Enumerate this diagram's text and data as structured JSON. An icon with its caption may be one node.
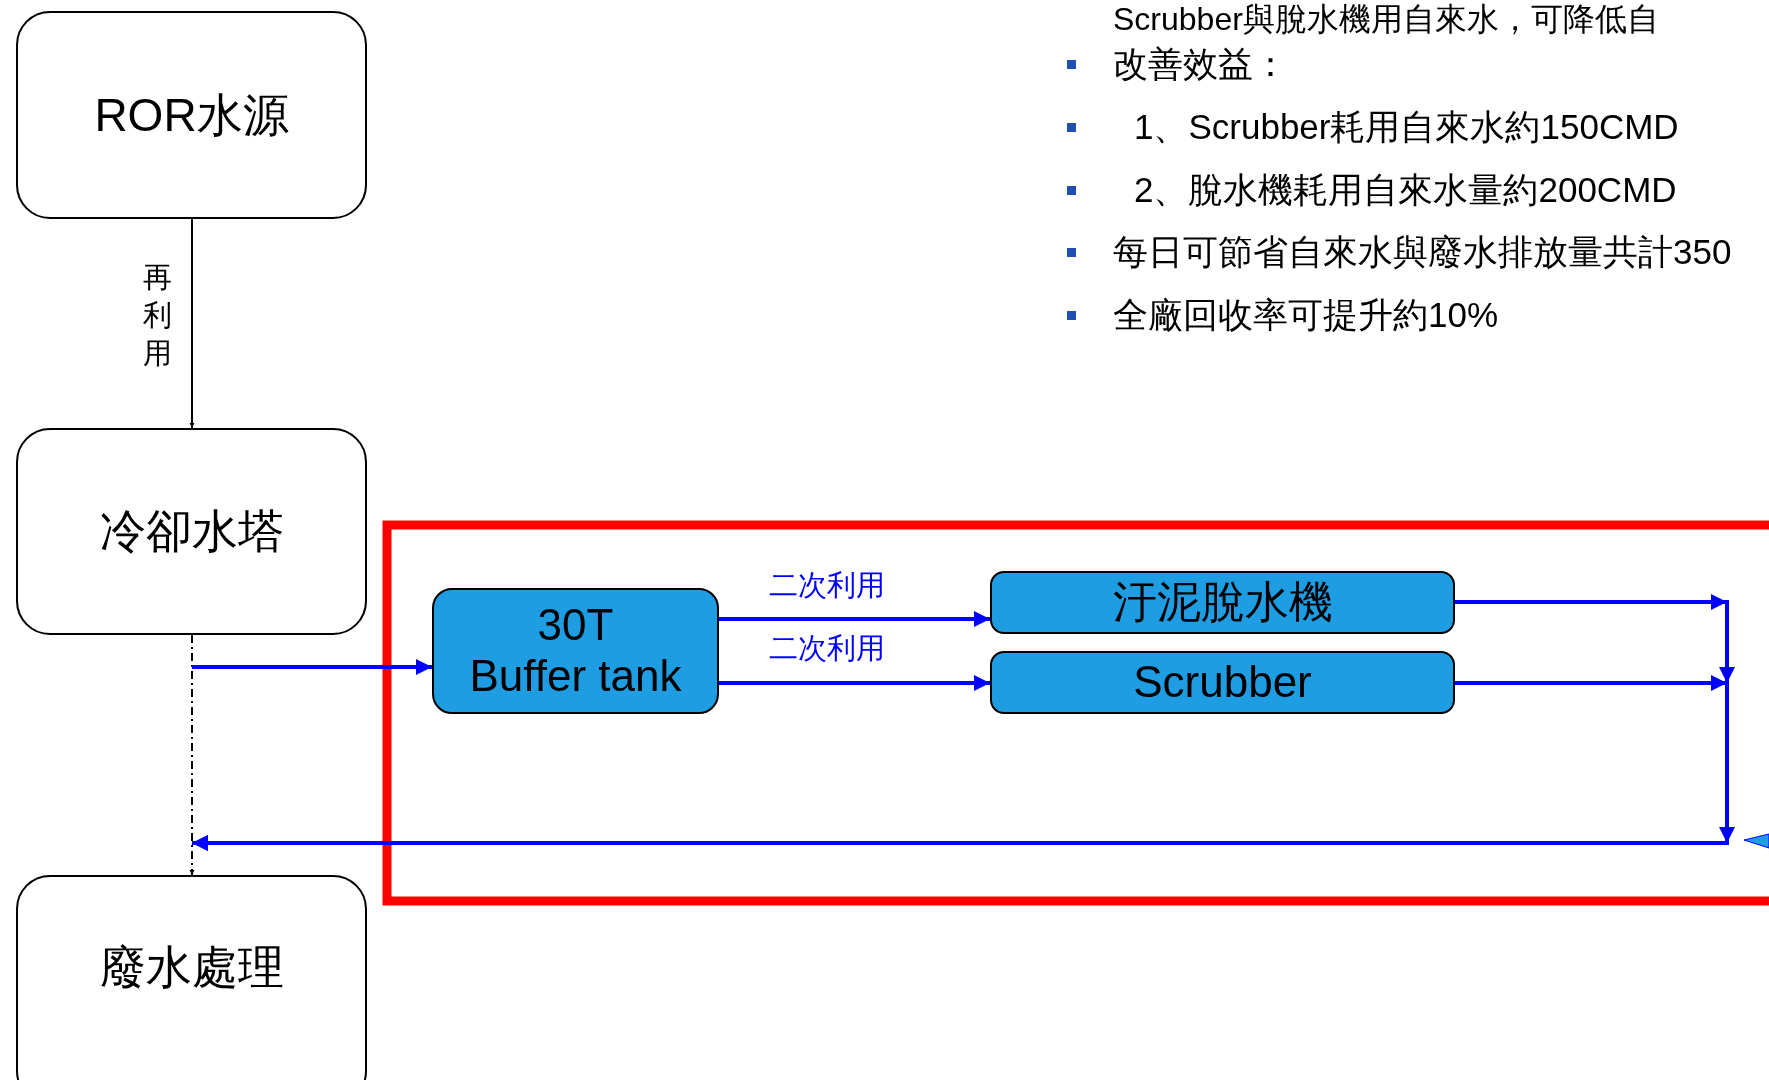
{
  "diagram": {
    "nodes": [
      {
        "text": [
          "ROR水源"
        ]
      },
      {
        "text": [
          "冷卻水塔"
        ]
      },
      {
        "text": [
          "廢水處理"
        ]
      },
      {
        "text": [
          "30T Buffer tank"
        ]
      },
      {
        "text": [
          "汙泥脫水機"
        ]
      },
      {
        "text": [
          "Scrubber"
        ]
      }
    ],
    "edges": [
      {
        "from": 0,
        "to": 1,
        "arrow": "to",
        "label": "再利用",
        "color": "#000000"
      },
      {
        "from": 1,
        "to": 2,
        "arrow": "to",
        "style": "dashed",
        "color": "#000000"
      },
      {
        "from": 1,
        "to": 3,
        "arrow": "to",
        "color": "#0000ff"
      },
      {
        "from": 3,
        "to": 4,
        "arrow": "to",
        "label": "二次利用",
        "color": "#0000ff"
      },
      {
        "from": 3,
        "to": 5,
        "arrow": "to",
        "label": "二次利用",
        "color": "#0000ff"
      },
      {
        "from": 4,
        "to": 2,
        "arrow": "to",
        "color": "#0000ff"
      },
      {
        "from": 5,
        "to": 2,
        "arrow": "to",
        "color": "#0000ff"
      }
    ],
    "labels": [
      "Scrubber與脫水機用自來水，可降低自",
      "改善效益：",
      "1、Scrubber耗用自來水約150CMD",
      "2、脫水機耗用自來水量約200CMD",
      "每日可節省自來水與廢水排放量共計350",
      "全廠回收率可提升約10%"
    ]
  }
}
